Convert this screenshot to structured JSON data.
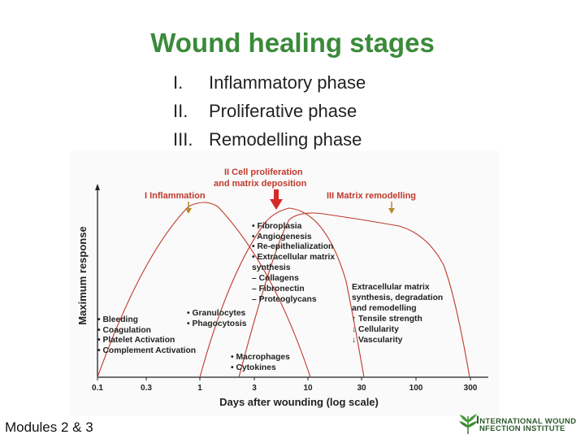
{
  "title": "Wound healing stages",
  "phases": [
    {
      "num": "I.",
      "label": "Inflammatory phase"
    },
    {
      "num": "II.",
      "label": "Proliferative phase"
    },
    {
      "num": "III.",
      "label": "Remodelling phase"
    }
  ],
  "diagram": {
    "ylabel": "Maximum response",
    "xlabel": "Days after wounding (log scale)",
    "ticks": [
      "0.1",
      "0.3",
      "1",
      "3",
      "10",
      "30",
      "100",
      "300"
    ],
    "phase_labels": {
      "inflammation": "I Inflammation",
      "proliferation_1": "II Cell proliferation",
      "proliferation_2": "and matrix deposition",
      "remodelling": "III Matrix remodelling"
    },
    "list_inflammation": [
      "• Bleeding",
      "• Coagulation",
      "• Platelet Activation",
      "• Complement Activation"
    ],
    "list_cells": [
      "• Granulocytes",
      "• Phagocytosis"
    ],
    "list_macro": [
      "• Macrophages",
      "• Cytokines"
    ],
    "list_prolif": [
      "• Fibroplasia",
      "• Angiogenesis",
      "• Re-epithelialization",
      "• Extracellular matrix",
      "synthesis",
      "– Collagens",
      "– Fibronectin",
      "– Proteoglycans"
    ],
    "list_remodel": [
      "Extracellular matrix",
      "synthesis, degradation",
      "and remodelling",
      "↑ Tensile strength",
      "↓ Cellularity",
      "↓ Vascularity"
    ]
  },
  "colors": {
    "title": "#3a8a3a",
    "phase_label": "#c0392b",
    "curve": "#c0392b",
    "arrow": "#b88a2a",
    "main_arrow": "#d62828"
  },
  "footer": "Modules 2 & 3",
  "logo": {
    "line1": "NTERNATIONAL WOUND",
    "line2": "NFECTION INSTITUTE",
    "initial": "I"
  }
}
